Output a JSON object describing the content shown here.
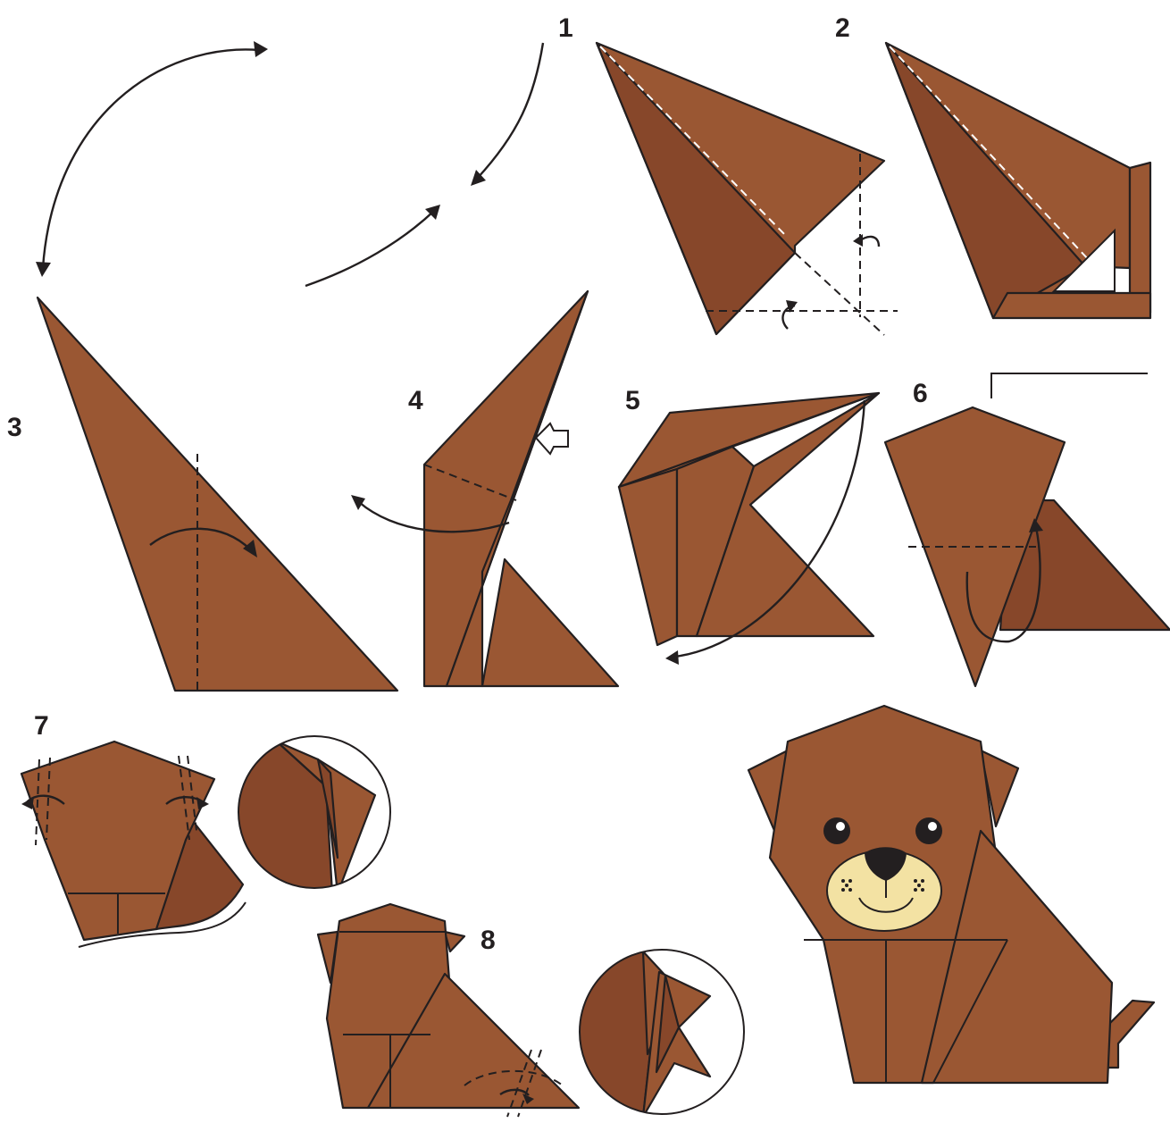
{
  "steps": {
    "s1": "1",
    "s2": "2",
    "s3": "3",
    "s4": "4",
    "s5": "5",
    "s6": "6",
    "s7": "7",
    "s8": "8"
  },
  "colors": {
    "paper": "#9a5733",
    "paper_shade": "#87472a",
    "outline": "#231f20",
    "muzzle": "#f3e2a3",
    "background": "#ffffff"
  }
}
